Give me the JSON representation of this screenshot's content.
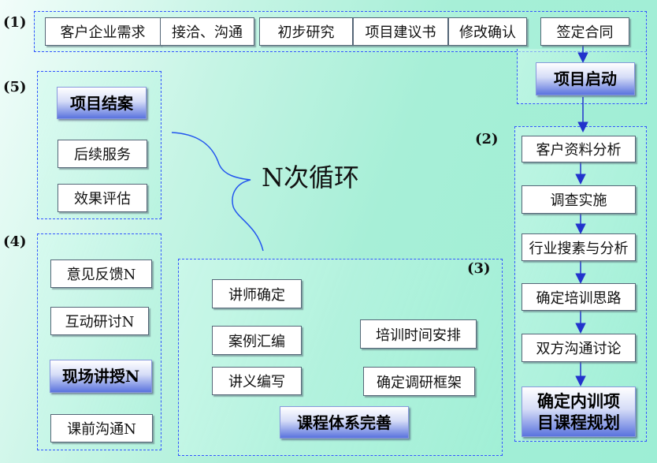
{
  "section_labels": {
    "s1": "(1)",
    "s2": "(2)",
    "s3": "(3)",
    "s4": "(4)",
    "s5": "(5)"
  },
  "stage1": {
    "steps": [
      "客户企业需求",
      "接洽、沟通",
      "初步研究",
      "项目建议书",
      "修改确认",
      "签定合同"
    ],
    "milestone": "项目启动"
  },
  "stage2": {
    "steps": [
      "客户资料分析",
      "调查实施",
      "行业搜素与分析",
      "确定培训思路",
      "双方沟通讨论"
    ],
    "milestone_line1": "确定内训项",
    "milestone_line2": "目课程规划"
  },
  "stage3": {
    "items": [
      "讲师确定",
      "案例汇编",
      "讲义编写",
      "培训时间安排",
      "确定调研框架"
    ],
    "milestone": "课程体系完善"
  },
  "stage4": {
    "items": [
      "意见反馈N",
      "互动研讨N"
    ],
    "milestone": "现场讲授N",
    "pre_item": "课前沟通N"
  },
  "stage5": {
    "milestone": "项目结案",
    "items": [
      "后续服务",
      "效果评估"
    ]
  },
  "cycle_label": "N次循环",
  "colors": {
    "region_border": "#3355ff",
    "arrow": "#2233cc",
    "milestone_dark": "#5a73de"
  }
}
